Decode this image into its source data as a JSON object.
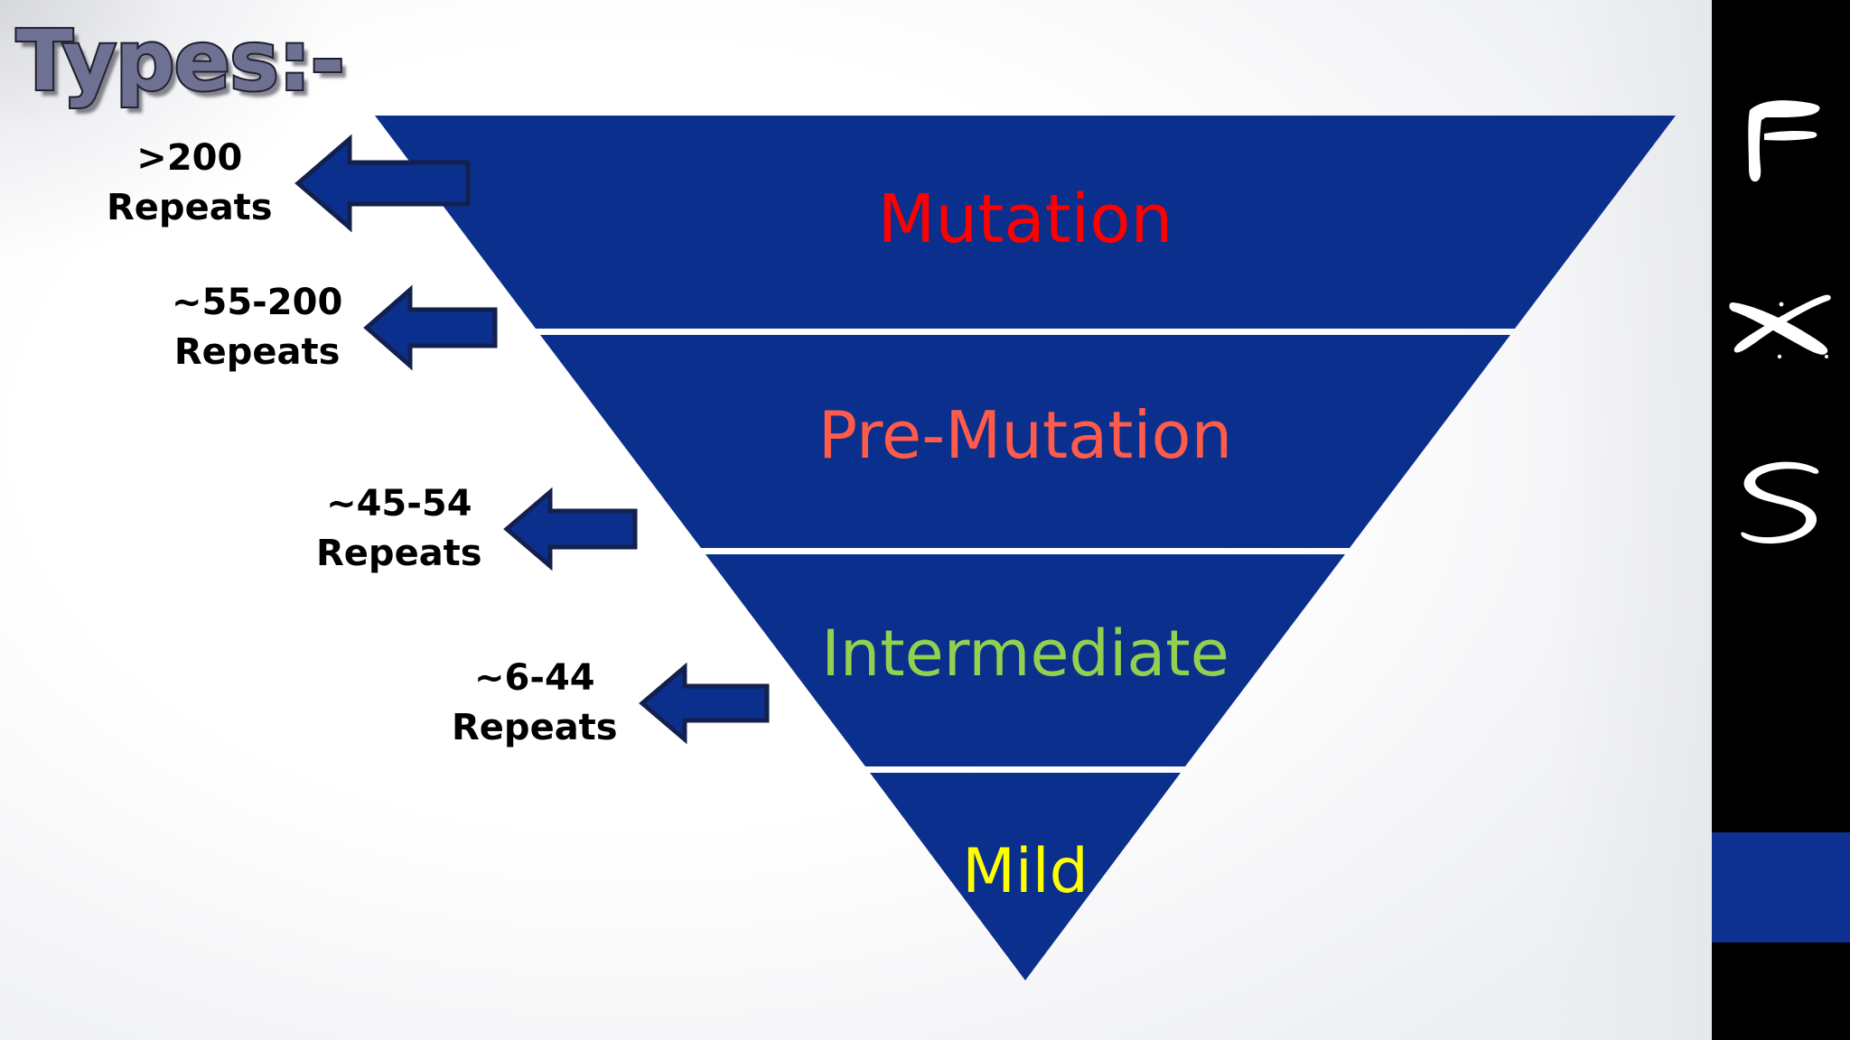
{
  "slide": {
    "title": "Types:-",
    "background_color": "#ffffff"
  },
  "pyramid": {
    "fill_color": "#0b2f8c",
    "divider_color": "#ffffff",
    "bands": [
      {
        "label": "Mutation",
        "label_color": "#ff0000",
        "repeats": ">200",
        "repeats_unit": "Repeats"
      },
      {
        "label": "Pre-Mutation",
        "label_color": "#ff5b4a",
        "repeats": "~55-200",
        "repeats_unit": "Repeats"
      },
      {
        "label": "Intermediate",
        "label_color": "#92d050",
        "repeats": "~45-54",
        "repeats_unit": "Repeats"
      },
      {
        "label": "Mild",
        "label_color": "#ffff00",
        "repeats": "~6-44",
        "repeats_unit": "Repeats"
      }
    ]
  },
  "callouts": [
    {
      "line1": ">200",
      "line2": "Repeats",
      "arrow": "arrow-left-icon"
    },
    {
      "line1": "~55-200",
      "line2": "Repeats",
      "arrow": "arrow-left-icon"
    },
    {
      "line1": "~45-54",
      "line2": "Repeats",
      "arrow": "arrow-left-icon"
    },
    {
      "line1": "~6-44",
      "line2": "Repeats",
      "arrow": "arrow-left-icon"
    }
  ],
  "rail": {
    "background_color": "#000000",
    "accent_color": "#0e3192",
    "letters": [
      "F",
      "X",
      "S"
    ]
  }
}
